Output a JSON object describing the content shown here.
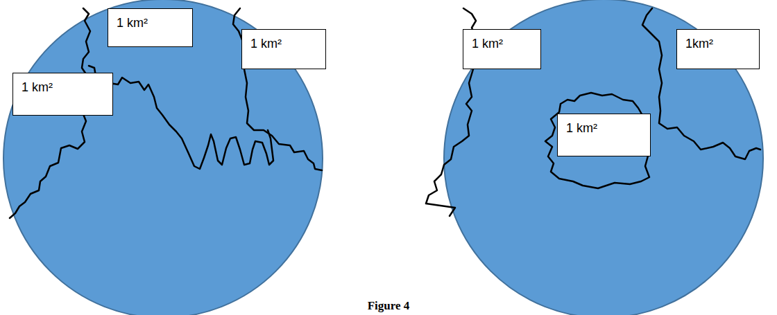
{
  "diagram": {
    "caption": "Figure 4",
    "nodes": [
      {
        "text": [
          "1 km²"
        ]
      },
      {
        "text": [
          "1 km²"
        ]
      },
      {
        "text": [
          "1 km²"
        ]
      },
      {
        "text": [
          "1 km²"
        ]
      },
      {
        "text": [
          "1km²"
        ]
      },
      {
        "text": [
          "1 km²"
        ]
      }
    ]
  }
}
